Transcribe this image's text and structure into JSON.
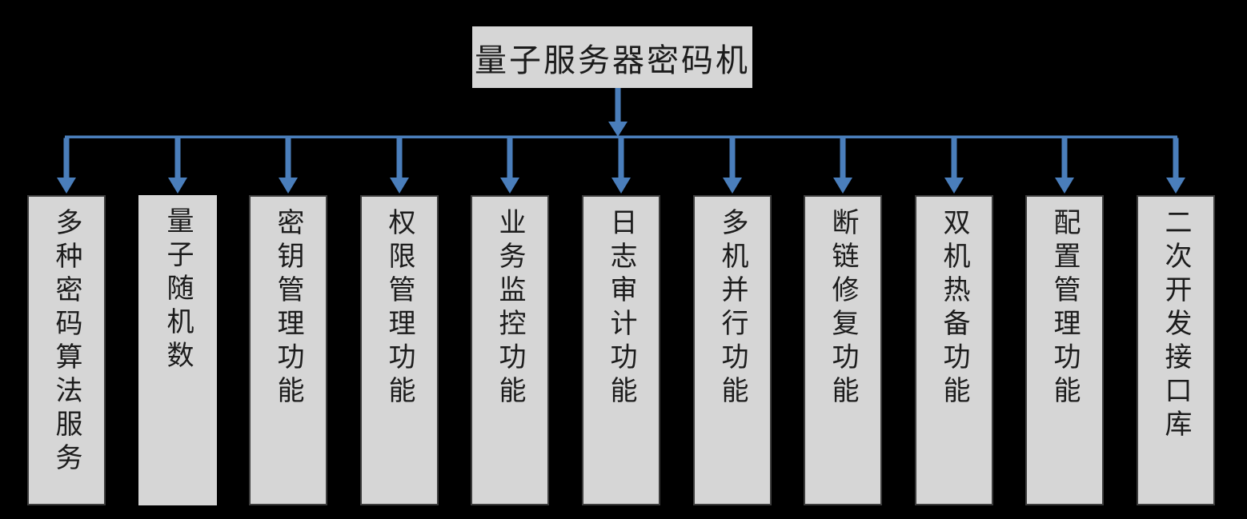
{
  "diagram": {
    "root": {
      "label": "量子服务器密码机"
    },
    "children": [
      {
        "label": "多种密码算法服务"
      },
      {
        "label": "量子随机数"
      },
      {
        "label": "密钥管理功能"
      },
      {
        "label": "权限管理功能"
      },
      {
        "label": "业务监控功能"
      },
      {
        "label": "日志审计功能"
      },
      {
        "label": "多机并行功能"
      },
      {
        "label": "断链修复功能"
      },
      {
        "label": "双机热备功能"
      },
      {
        "label": "配置管理功能"
      },
      {
        "label": "二次开发接口库"
      }
    ],
    "colors": {
      "background": "#000000",
      "box_fill": "#d6d6d6",
      "box_border": "#3d3d3d",
      "connector_blue": "#4a7ebb",
      "text": "#1c1c1c"
    }
  }
}
